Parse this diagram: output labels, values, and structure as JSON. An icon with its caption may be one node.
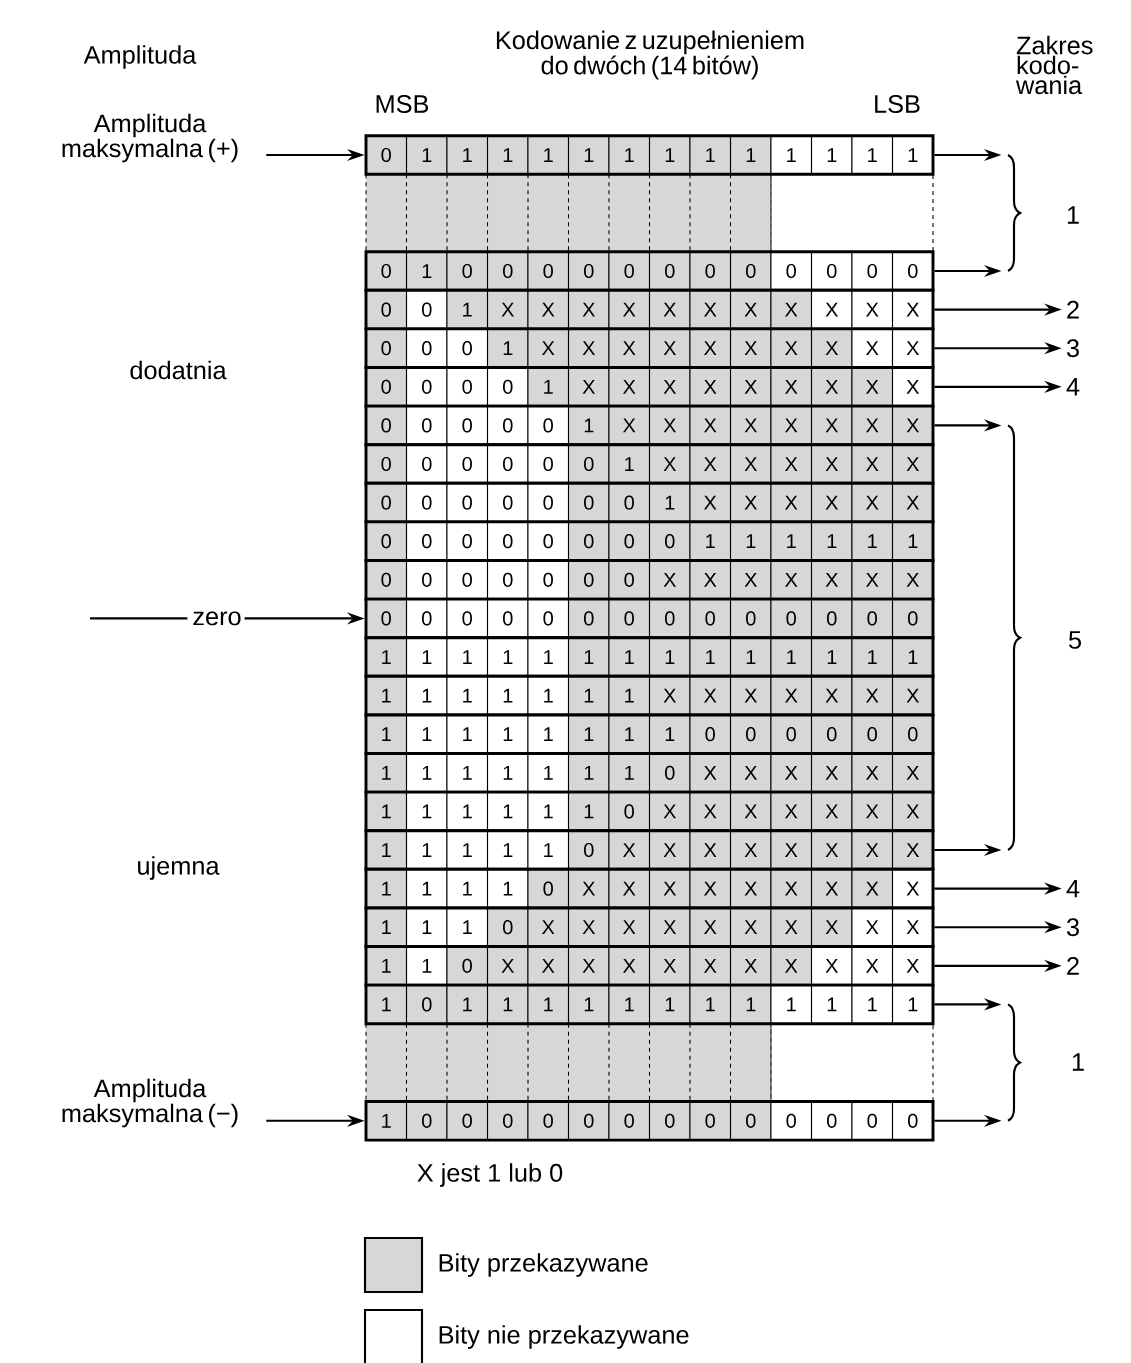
{
  "diagram": {
    "nodes": [
      {
        "text": [
          "Amplituda maksymalna (+)"
        ]
      },
      {
        "text": [
          "0",
          "1",
          "1",
          "1",
          "1",
          "1",
          "1",
          "1",
          "1",
          "1",
          "1",
          "1",
          "1",
          "1"
        ]
      },
      {
        "text": [
          "0",
          "1",
          "0",
          "0",
          "0",
          "0",
          "0",
          "0",
          "0",
          "0",
          "0",
          "0",
          "0",
          "0"
        ]
      },
      {
        "text": [
          "0",
          "0",
          "1",
          "X",
          "X",
          "X",
          "X",
          "X",
          "X",
          "X",
          "X",
          "X",
          "X",
          "X"
        ]
      },
      {
        "text": [
          "0",
          "0",
          "0",
          "1",
          "X",
          "X",
          "X",
          "X",
          "X",
          "X",
          "X",
          "X",
          "X",
          "X"
        ]
      },
      {
        "text": [
          "0",
          "0",
          "0",
          "0",
          "1",
          "X",
          "X",
          "X",
          "X",
          "X",
          "X",
          "X",
          "X",
          "X"
        ]
      },
      {
        "text": [
          "0",
          "0",
          "0",
          "0",
          "0",
          "1",
          "X",
          "X",
          "X",
          "X",
          "X",
          "X",
          "X",
          "X"
        ]
      },
      {
        "text": [
          "0",
          "0",
          "0",
          "0",
          "0",
          "0",
          "1",
          "X",
          "X",
          "X",
          "X",
          "X",
          "X",
          "X"
        ]
      },
      {
        "text": [
          "0",
          "0",
          "0",
          "0",
          "0",
          "0",
          "0",
          "1",
          "X",
          "X",
          "X",
          "X",
          "X",
          "X"
        ]
      },
      {
        "text": [
          "0",
          "0",
          "0",
          "0",
          "0",
          "0",
          "0",
          "0",
          "1",
          "1",
          "1",
          "1",
          "1",
          "1"
        ]
      },
      {
        "text": [
          "0",
          "0",
          "0",
          "0",
          "0",
          "0",
          "0",
          "X",
          "X",
          "X",
          "X",
          "X",
          "X",
          "X"
        ]
      },
      {
        "text": [
          "0",
          "0",
          "0",
          "0",
          "0",
          "0",
          "0",
          "0",
          "0",
          "0",
          "0",
          "0",
          "0",
          "0"
        ]
      },
      {
        "text": [
          "1",
          "1",
          "1",
          "1",
          "1",
          "1",
          "1",
          "1",
          "1",
          "1",
          "1",
          "1",
          "1",
          "1"
        ]
      },
      {
        "text": [
          "1",
          "1",
          "1",
          "1",
          "1",
          "1",
          "1",
          "X",
          "X",
          "X",
          "X",
          "X",
          "X",
          "X"
        ]
      },
      {
        "text": [
          "1",
          "1",
          "1",
          "1",
          "1",
          "1",
          "1",
          "1",
          "0",
          "0",
          "0",
          "0",
          "0",
          "0"
        ]
      },
      {
        "text": [
          "1",
          "1",
          "1",
          "1",
          "1",
          "1",
          "1",
          "0",
          "X",
          "X",
          "X",
          "X",
          "X",
          "X"
        ]
      },
      {
        "text": [
          "1",
          "1",
          "1",
          "1",
          "1",
          "1",
          "0",
          "X",
          "X",
          "X",
          "X",
          "X",
          "X",
          "X"
        ]
      },
      {
        "text": [
          "1",
          "1",
          "1",
          "1",
          "1",
          "0",
          "X",
          "X",
          "X",
          "X",
          "X",
          "X",
          "X",
          "X"
        ]
      },
      {
        "text": [
          "1",
          "1",
          "1",
          "1",
          "0",
          "X",
          "X",
          "X",
          "X",
          "X",
          "X",
          "X",
          "X",
          "X"
        ]
      },
      {
        "text": [
          "1",
          "1",
          "1",
          "0",
          "X",
          "X",
          "X",
          "X",
          "X",
          "X",
          "X",
          "X",
          "X",
          "X"
        ]
      },
      {
        "text": [
          "1",
          "1",
          "0",
          "X",
          "X",
          "X",
          "X",
          "X",
          "X",
          "X",
          "X",
          "X",
          "X",
          "X"
        ]
      },
      {
        "text": [
          "1",
          "0",
          "1",
          "1",
          "1",
          "1",
          "1",
          "1",
          "1",
          "1",
          "1",
          "1",
          "1",
          "1"
        ]
      },
      {
        "text": [
          "1",
          "0",
          "0",
          "0",
          "0",
          "0",
          "0",
          "0",
          "0",
          "0",
          "0",
          "0",
          "0",
          "0"
        ]
      },
      {
        "text": [
          "zero"
        ]
      },
      {
        "text": [
          "Amplituda maksymalna (−)"
        ]
      },
      {
        "text": [
          "2"
        ]
      },
      {
        "text": [
          "3"
        ]
      },
      {
        "text": [
          "4"
        ]
      },
      {
        "text": [
          "4"
        ]
      },
      {
        "text": [
          "3"
        ]
      },
      {
        "text": [
          "2"
        ]
      }
    ],
    "edges": [
      {
        "from": 0,
        "to": 1,
        "arrow": "to"
      },
      {
        "from": 1,
        "to": null,
        "arrow": "to"
      },
      {
        "from": 2,
        "to": null,
        "arrow": "to"
      },
      {
        "from": 3,
        "to": 25,
        "arrow": "to"
      },
      {
        "from": 4,
        "to": 26,
        "arrow": "to"
      },
      {
        "from": 5,
        "to": 27,
        "arrow": "to"
      },
      {
        "from": 6,
        "to": null,
        "arrow": "to"
      },
      {
        "from": 23,
        "to": 11,
        "arrow": "to"
      },
      {
        "from": 17,
        "to": null,
        "arrow": "to"
      },
      {
        "from": 18,
        "to": 28,
        "arrow": "to"
      },
      {
        "from": 19,
        "to": 29,
        "arrow": "to"
      },
      {
        "from": 20,
        "to": 30,
        "arrow": "to"
      },
      {
        "from": 21,
        "to": null,
        "arrow": "to"
      },
      {
        "from": 22,
        "to": null,
        "arrow": "to"
      },
      {
        "from": 24,
        "to": 22,
        "arrow": "to"
      }
    ],
    "labels": [
      "Amplituda",
      "Kodowanie z uzupełnieniem do dwóch (14 bitów)",
      "Zakres kodo- wania",
      "MSB",
      "LSB",
      "1",
      "dodatnia",
      "5",
      "ujemna",
      "1",
      "X jest 1 lub 0"
    ],
    "legend": [
      {
        "text": "Bity przekazywane"
      },
      {
        "text": "Bity nie przekazywane"
      }
    ]
  }
}
